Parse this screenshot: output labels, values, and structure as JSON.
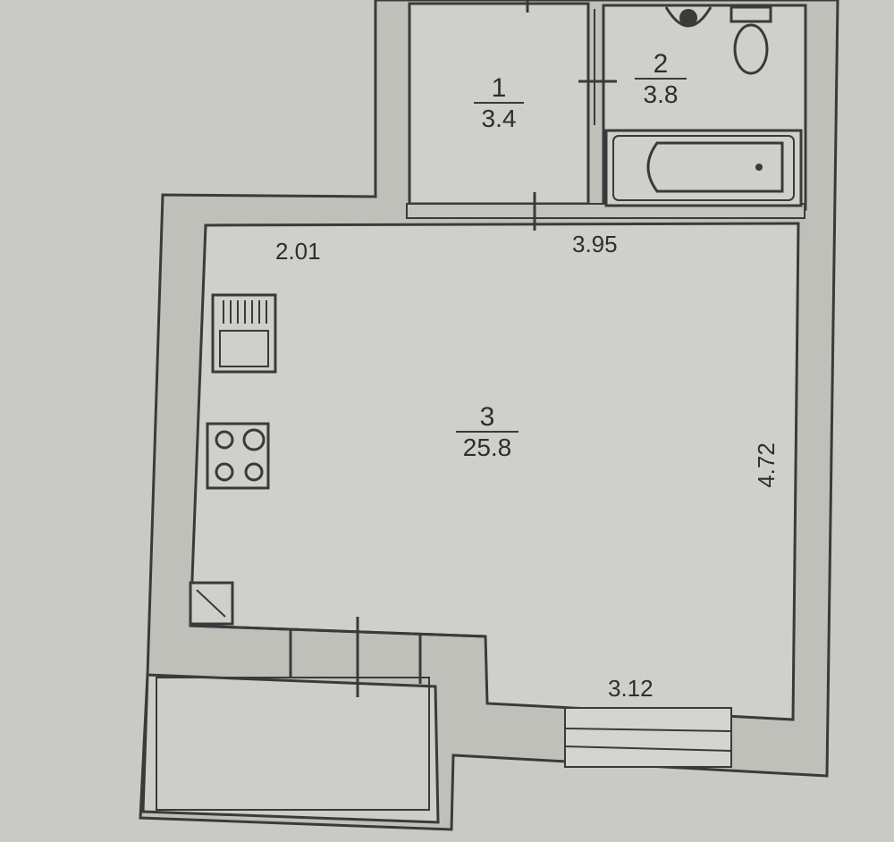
{
  "rooms": [
    {
      "number": "1",
      "area": "3.4"
    },
    {
      "number": "2",
      "area": "3.8"
    },
    {
      "number": "3",
      "area": "25.8"
    }
  ],
  "dimensions": {
    "top_left": "2.01",
    "top_right": "3.95",
    "right": "4.72",
    "bottom": "3.12"
  },
  "colors": {
    "background": "#c9c9c5",
    "wall_fill": "#bdbdb8",
    "room_fill": "#cfcfcb",
    "line": "#3a3a3a"
  }
}
